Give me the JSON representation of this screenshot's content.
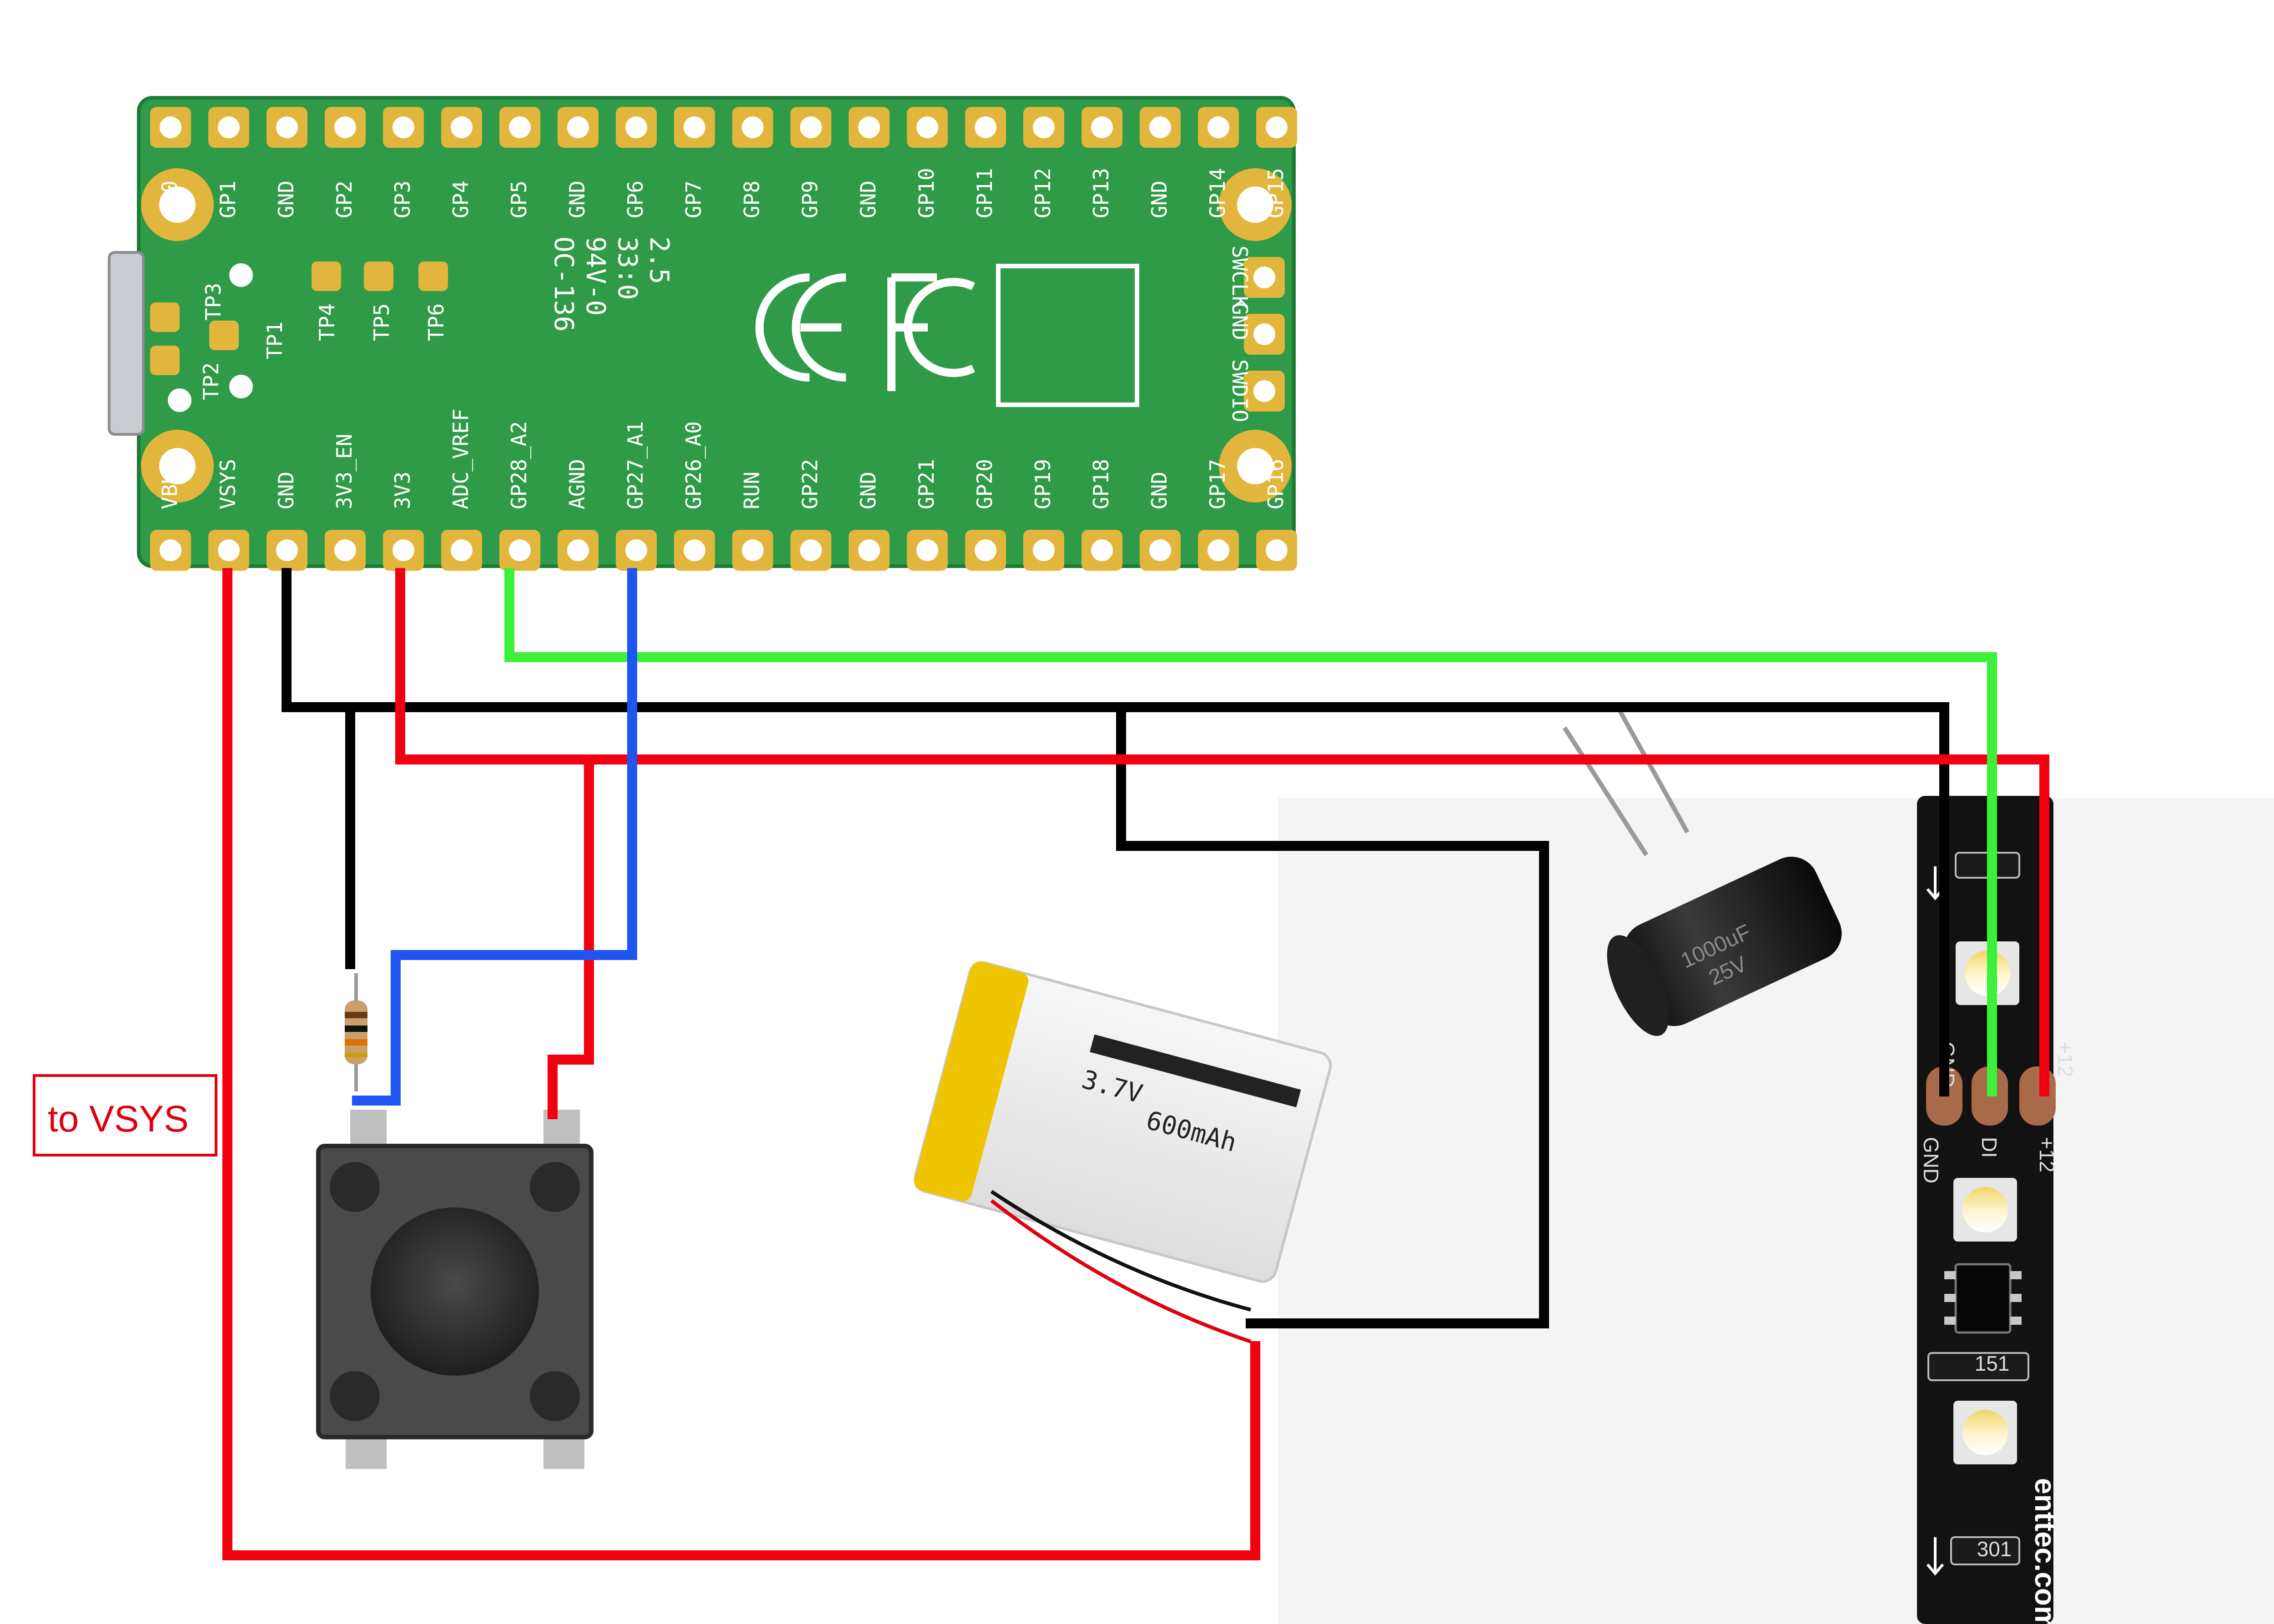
{
  "board": {
    "top_pins": [
      "GP0",
      "GP1",
      "GND",
      "GP2",
      "GP3",
      "GP4",
      "GP5",
      "GND",
      "GP6",
      "GP7",
      "GP8",
      "GP9",
      "GND",
      "GP10",
      "GP11",
      "GP12",
      "GP13",
      "GND",
      "GP14",
      "GP15"
    ],
    "bottom_pins": [
      "VBUS",
      "VSYS",
      "GND",
      "3V3_EN",
      "3V3",
      "ADC_VREF",
      "GP28_A2",
      "AGND",
      "GP27_A1",
      "GP26_A0",
      "RUN",
      "GP22",
      "GND",
      "GP21",
      "GP20",
      "GP19",
      "GP18",
      "GND",
      "GP17",
      "GP16"
    ],
    "debug_pins": [
      "SWCLK",
      "GND",
      "SWDIO"
    ],
    "test_points": [
      "TP1",
      "TP2",
      "TP3",
      "TP4",
      "TP5",
      "TP6"
    ],
    "silkscreen": [
      "OC-136",
      "94V-0",
      "33:0",
      "2.5"
    ],
    "colors": {
      "pcb": "#2f9a47",
      "pad": "#e2b53c",
      "silk": "#ffffff"
    }
  },
  "wires": {
    "colors": {
      "power": "#f2000f",
      "ground": "#000000",
      "data": "#3cf03c",
      "button": "#1f55f0"
    }
  },
  "battery": {
    "voltage_label": "3.7V",
    "capacity_label": "600mAh"
  },
  "capacitor": {
    "marking_a": "1000uF",
    "marking_b": "25V"
  },
  "led_strip": {
    "pad_labels": [
      "GND",
      "DI",
      "+12"
    ],
    "brand": "enttec.com",
    "chip_labels": [
      "151",
      "301"
    ]
  },
  "callout": {
    "text": "to VSYS"
  }
}
